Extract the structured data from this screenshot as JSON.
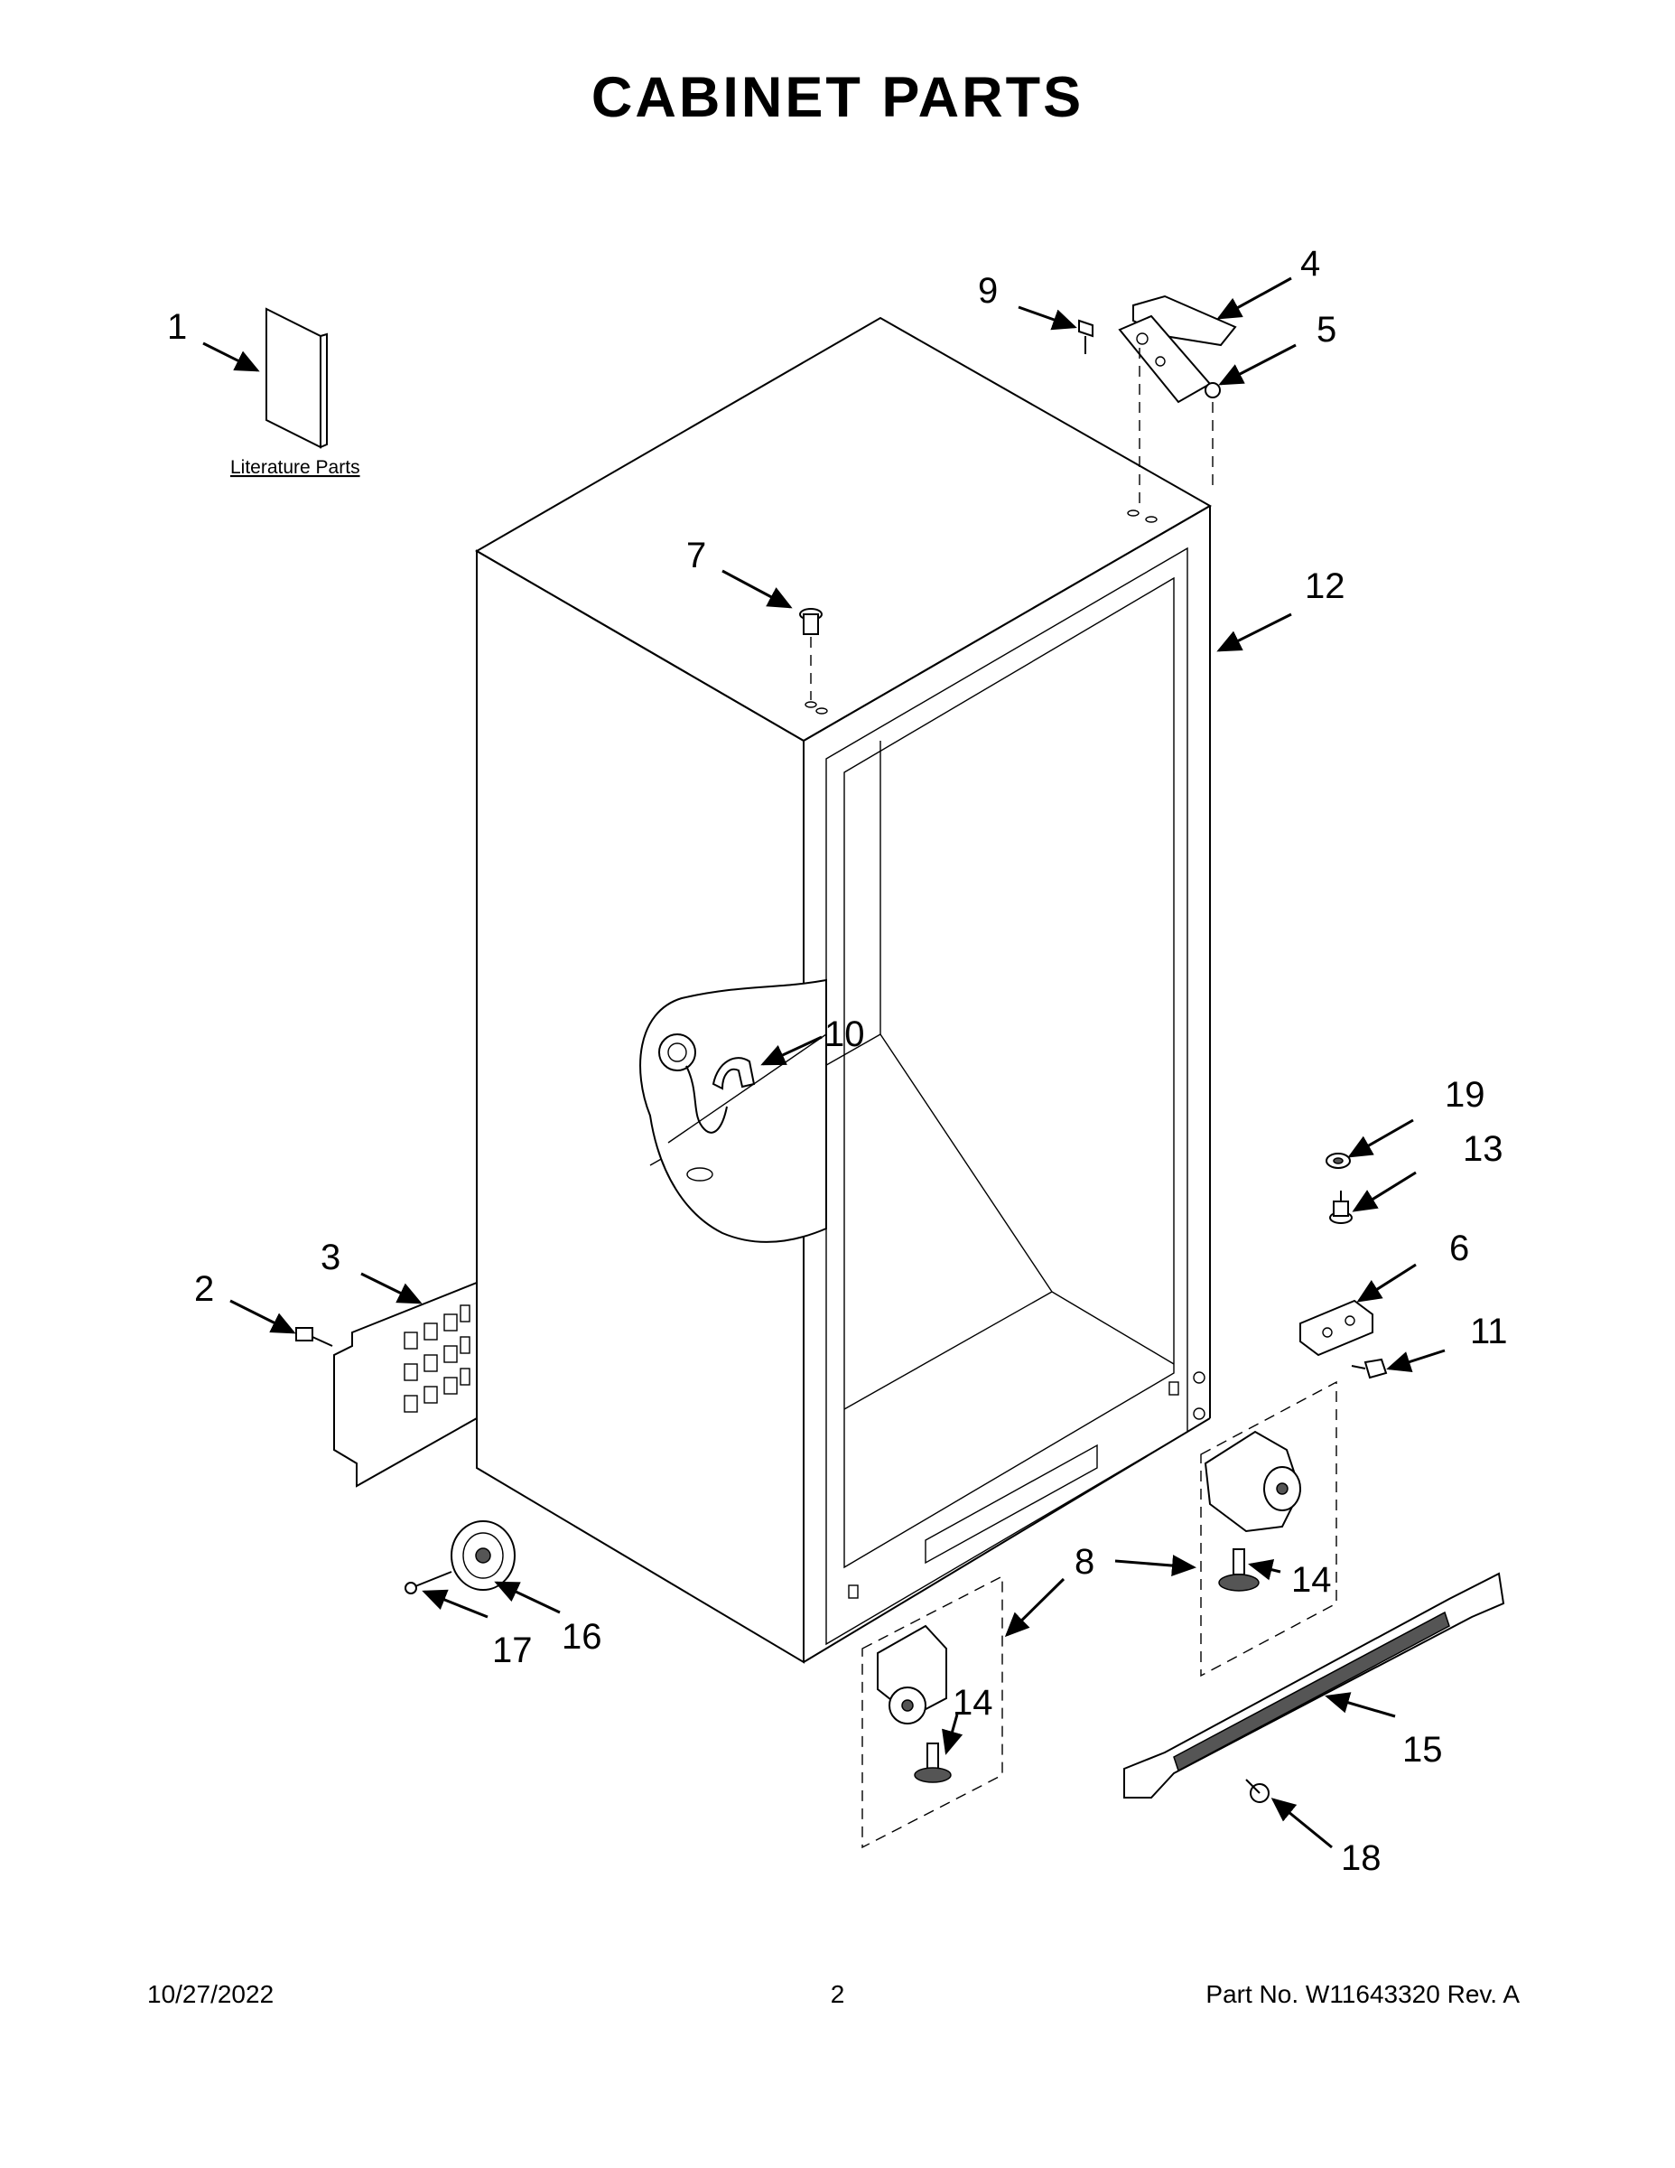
{
  "title": "CABINET PARTS",
  "callouts": {
    "c1": "1",
    "c2": "2",
    "c3": "3",
    "c4": "4",
    "c5": "5",
    "c6": "6",
    "c7": "7",
    "c8": "8",
    "c9": "9",
    "c10": "10",
    "c11": "11",
    "c12": "12",
    "c13": "13",
    "c14a": "14",
    "c14b": "14",
    "c15": "15",
    "c16": "16",
    "c17": "17",
    "c18": "18",
    "c19": "19"
  },
  "literature_label": "Literature Parts",
  "footer": {
    "date": "10/27/2022",
    "page": "2",
    "part_no": "Part No.  W11643320  Rev.  A"
  }
}
